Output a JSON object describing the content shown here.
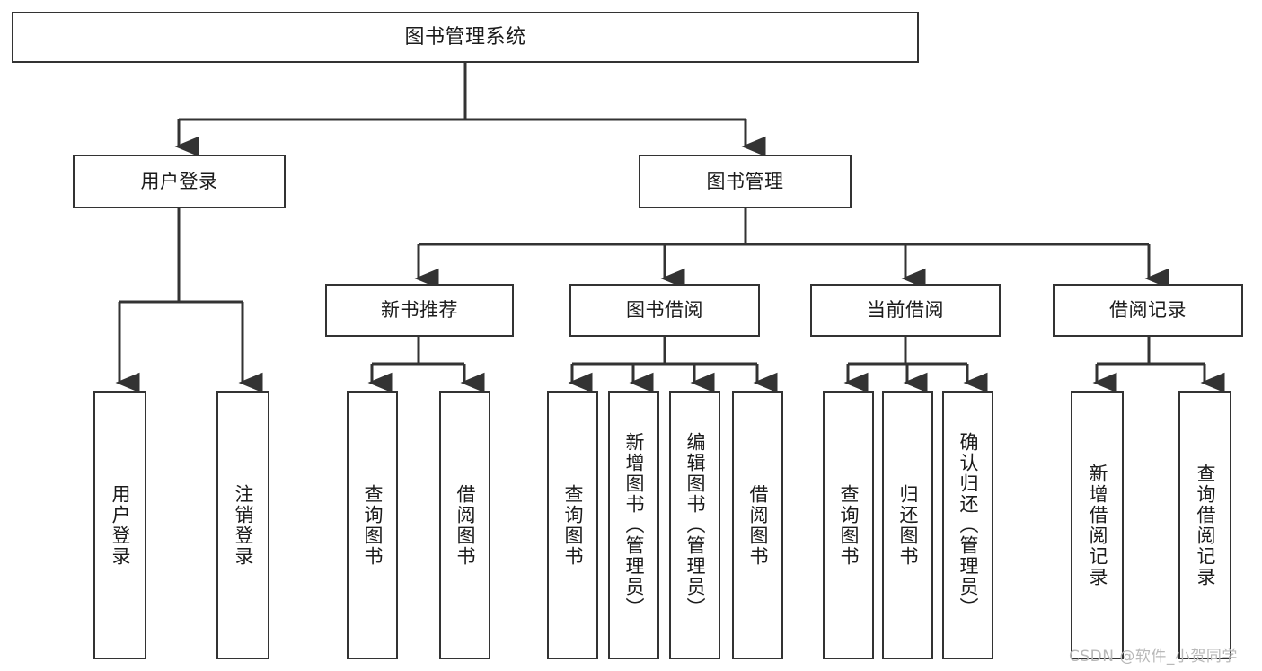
{
  "diagram": {
    "title": "图书管理系统",
    "root": {
      "label": "图书管理系统"
    },
    "level1": [
      {
        "label": "用户登录"
      },
      {
        "label": "图书管理"
      }
    ],
    "level2": [
      {
        "label": "新书推荐"
      },
      {
        "label": "图书借阅"
      },
      {
        "label": "当前借阅"
      },
      {
        "label": "借阅记录"
      }
    ],
    "leaves": {
      "user_login": [
        {
          "label": "用户登录"
        },
        {
          "label": "注销登录"
        }
      ],
      "new_book_recommend": [
        {
          "label": "查询图书"
        },
        {
          "label": "借阅图书"
        }
      ],
      "book_borrow": [
        {
          "label": "查询图书"
        },
        {
          "label": "新增图书（管理员）"
        },
        {
          "label": "编辑图书（管理员）"
        },
        {
          "label": "借阅图书"
        }
      ],
      "current_borrow": [
        {
          "label": "查询图书"
        },
        {
          "label": "归还图书"
        },
        {
          "label": "确认归还（管理员）"
        }
      ],
      "borrow_record": [
        {
          "label": "新增借阅记录"
        },
        {
          "label": "查询借阅记录"
        }
      ]
    }
  },
  "watermark": {
    "text": "CSDN @软件_小贺同学"
  },
  "colors": {
    "border": "#333333",
    "text": "#1b1b1b",
    "background": "#ffffff",
    "watermark": "#b8b8b8"
  }
}
